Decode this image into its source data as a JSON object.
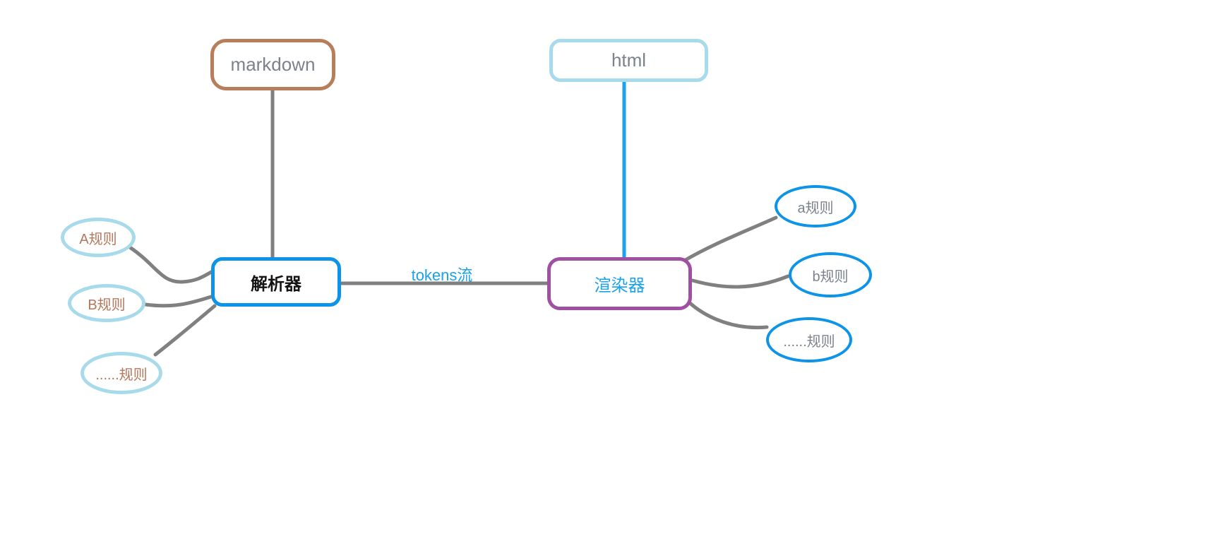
{
  "diagram": {
    "nodes": {
      "markdown": {
        "label": "markdown",
        "shape": "rounded-rect",
        "border_color": "#b87e5c",
        "text_color": "#7b828c"
      },
      "html": {
        "label": "html",
        "shape": "rounded-rect",
        "border_color": "#a7daea",
        "text_color": "#7b828c"
      },
      "parser": {
        "label": "解析器",
        "shape": "rounded-rect",
        "border_color": "#0d94e8",
        "text_color": "#141414"
      },
      "renderer": {
        "label": "渲染器",
        "shape": "rounded-rect",
        "border_color": "#a14fa3",
        "text_color": "#1ba2e8"
      },
      "rule_A": {
        "label": "A规则",
        "shape": "ellipse",
        "border_color": "#a7daea",
        "text_color": "#b5765a"
      },
      "rule_B": {
        "label": "B规则",
        "shape": "ellipse",
        "border_color": "#a7daea",
        "text_color": "#b5765a"
      },
      "rule_etc_left": {
        "label": "......规则",
        "shape": "ellipse",
        "border_color": "#a7daea",
        "text_color": "#b5765a"
      },
      "rule_a": {
        "label": "a规则",
        "shape": "ellipse",
        "border_color": "#0d94e8",
        "text_color": "#7b828c"
      },
      "rule_b": {
        "label": "b规则",
        "shape": "ellipse",
        "border_color": "#0d94e8",
        "text_color": "#7b828c"
      },
      "rule_etc_right": {
        "label": "......规则",
        "shape": "ellipse",
        "border_color": "#0d94e8",
        "text_color": "#7b828c"
      }
    },
    "edge_label": "tokens流",
    "edges": [
      {
        "from": "markdown",
        "to": "parser",
        "color": "#808080"
      },
      {
        "from": "html",
        "to": "renderer",
        "color": "#1ba2e8"
      },
      {
        "from": "parser",
        "to": "renderer",
        "color": "#808080",
        "label": "tokens流"
      },
      {
        "from": "rule_A",
        "to": "parser",
        "color": "#808080"
      },
      {
        "from": "rule_B",
        "to": "parser",
        "color": "#808080"
      },
      {
        "from": "rule_etc_left",
        "to": "parser",
        "color": "#808080"
      },
      {
        "from": "renderer",
        "to": "rule_a",
        "color": "#808080"
      },
      {
        "from": "renderer",
        "to": "rule_b",
        "color": "#808080"
      },
      {
        "from": "renderer",
        "to": "rule_etc_right",
        "color": "#808080"
      }
    ],
    "colors": {
      "background": "#ffffff",
      "gray_line": "#808080",
      "blue_line": "#1ba2e8",
      "brown_border": "#b87e5c",
      "light_blue_border": "#a7daea",
      "bright_blue_border": "#0d94e8",
      "purple_border": "#a14fa3",
      "gray_text": "#7b828c",
      "brown_text": "#b5765a",
      "blue_text": "#1ba2e8",
      "dark_text": "#141414"
    }
  }
}
